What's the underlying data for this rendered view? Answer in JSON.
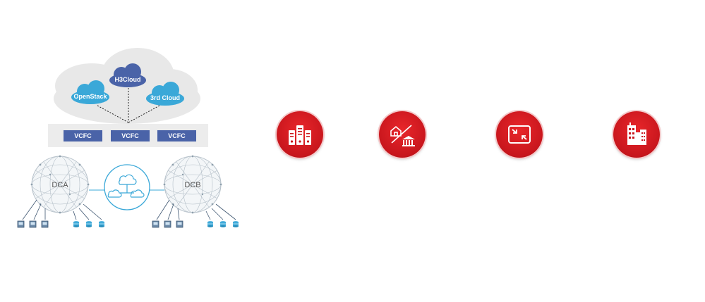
{
  "diagram": {
    "clouds": [
      {
        "label": "H3Cloud",
        "color": "#4a63a8"
      },
      {
        "label": "OpenStack",
        "color": "#3aa8d8"
      },
      {
        "label": "3rd Cloud",
        "color": "#3aa8d8"
      }
    ],
    "controllers": [
      "VCFC",
      "VCFC",
      "VCFC"
    ],
    "datacenters": [
      "DCA",
      "DCB"
    ],
    "colors": {
      "accent_red": "#c8161d",
      "controller_blue": "#4a63a8",
      "link_teal": "#3aa8d8"
    }
  },
  "feature_icons": [
    {
      "icon": "server-rack-icon"
    },
    {
      "icon": "home-to-bank-icon"
    },
    {
      "icon": "minimize-window-icon"
    },
    {
      "icon": "buildings-icon"
    }
  ]
}
